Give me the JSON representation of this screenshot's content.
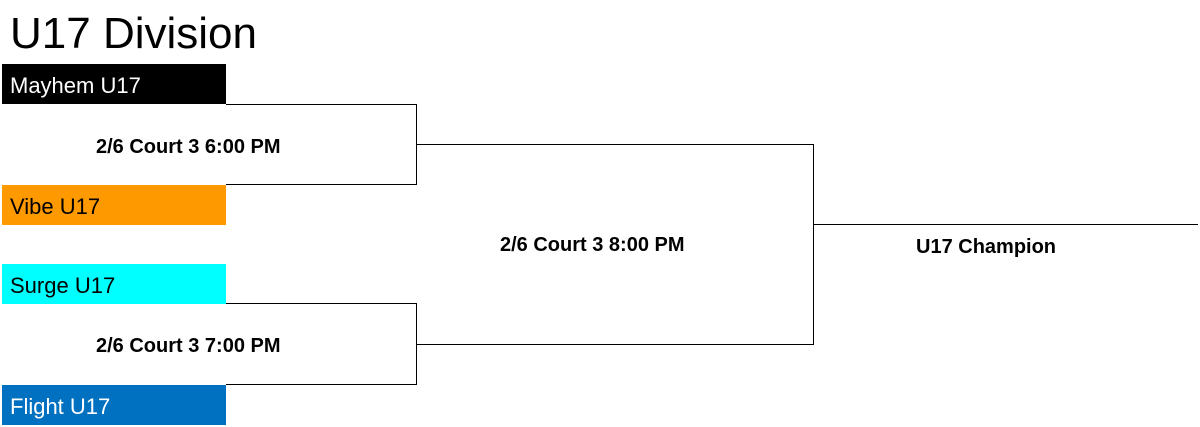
{
  "title": "U17 Division",
  "teams": [
    {
      "name": "Mayhem U17",
      "bg": "#000000",
      "fg": "#ffffff"
    },
    {
      "name": "Vibe U17",
      "bg": "#ff9900",
      "fg": "#000000"
    },
    {
      "name": "Surge U17",
      "bg": "#00ffff",
      "fg": "#000000"
    },
    {
      "name": "Flight U17",
      "bg": "#0070c0",
      "fg": "#ffffff"
    }
  ],
  "games": {
    "semifinal_1": "2/6 Court 3 6:00 PM",
    "semifinal_2": "2/6 Court 3 7:00 PM",
    "final": "2/6 Court 3 8:00 PM"
  },
  "champion_label": "U17 Champion"
}
